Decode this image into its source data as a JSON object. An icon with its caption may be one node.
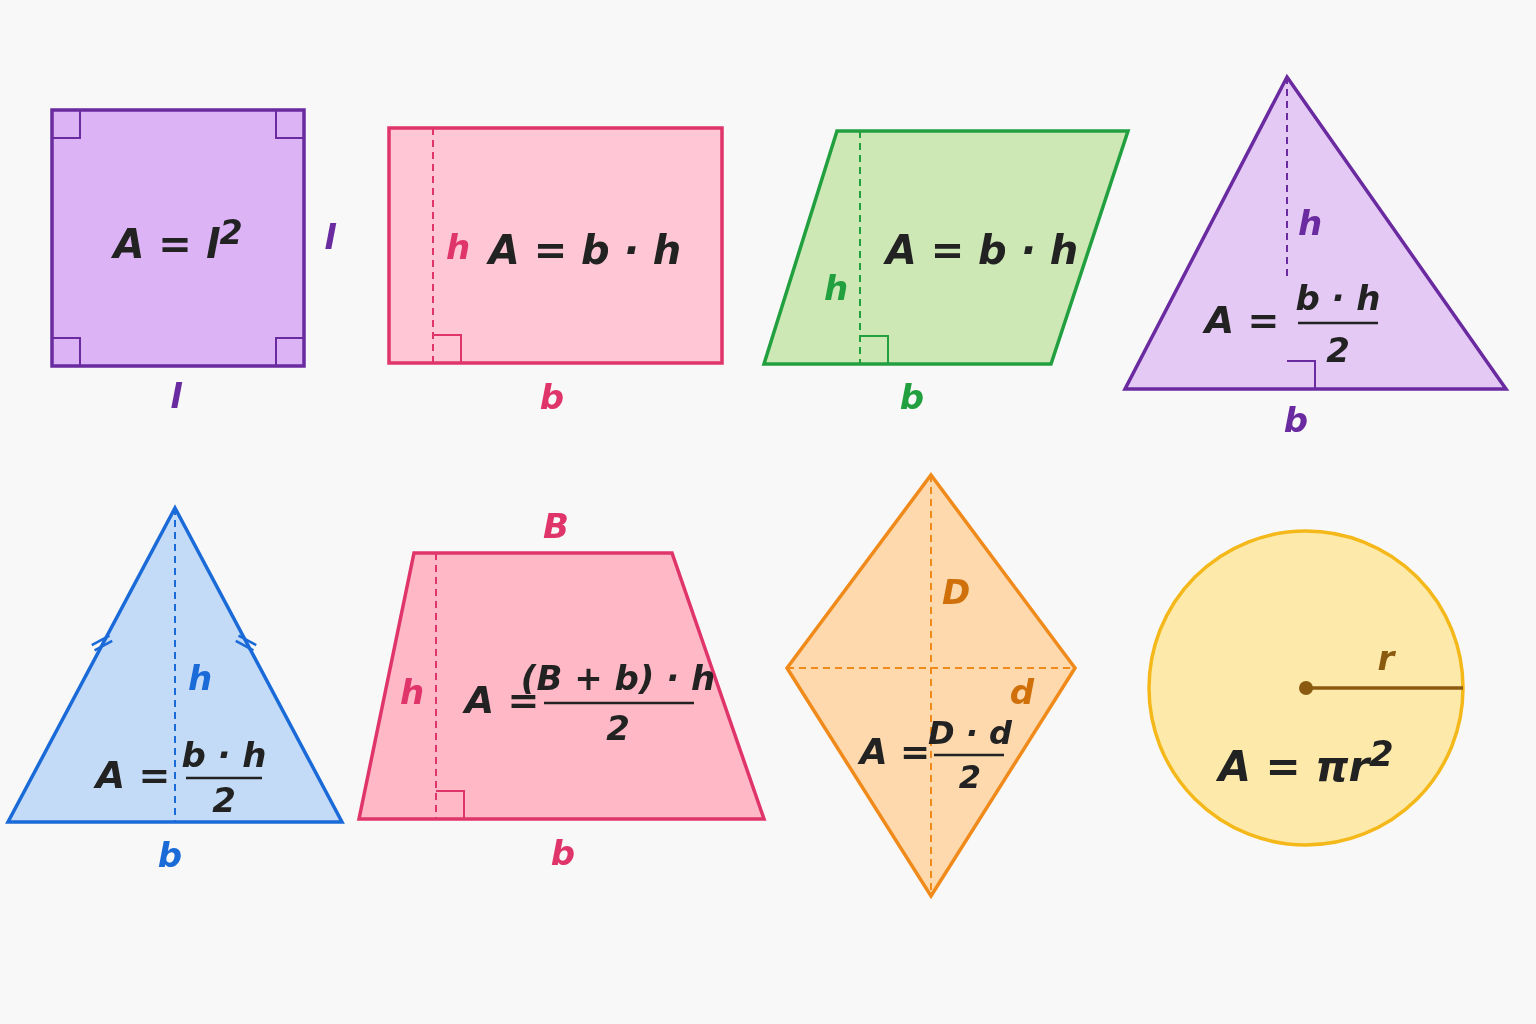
{
  "diagram": {
    "nodes": [
      {
        "text": [
          "A = l$^{2}$"
        ],
        "beside": [
          "l",
          "l"
        ]
      },
      {
        "text": [
          "h",
          "A = b · h"
        ],
        "beside": [
          "b"
        ]
      },
      {
        "text": [
          "h",
          "A = b · h"
        ],
        "beside": [
          "b"
        ]
      },
      {
        "text": [
          "h",
          "A =",
          "b · h",
          "2"
        ],
        "beside": [
          "b"
        ]
      },
      {
        "text": [
          "h",
          "A =",
          "b · h",
          "2"
        ],
        "beside": [
          "b"
        ]
      },
      {
        "text": [
          "h",
          "A =",
          "(B + b) · h",
          "2"
        ],
        "beside": [
          "B",
          "b"
        ]
      },
      {
        "text": [
          "D",
          "d",
          "A =",
          "D · d",
          "2"
        ]
      },
      {
        "text": [
          "r",
          "A = πr$^{2}$"
        ]
      }
    ]
  }
}
